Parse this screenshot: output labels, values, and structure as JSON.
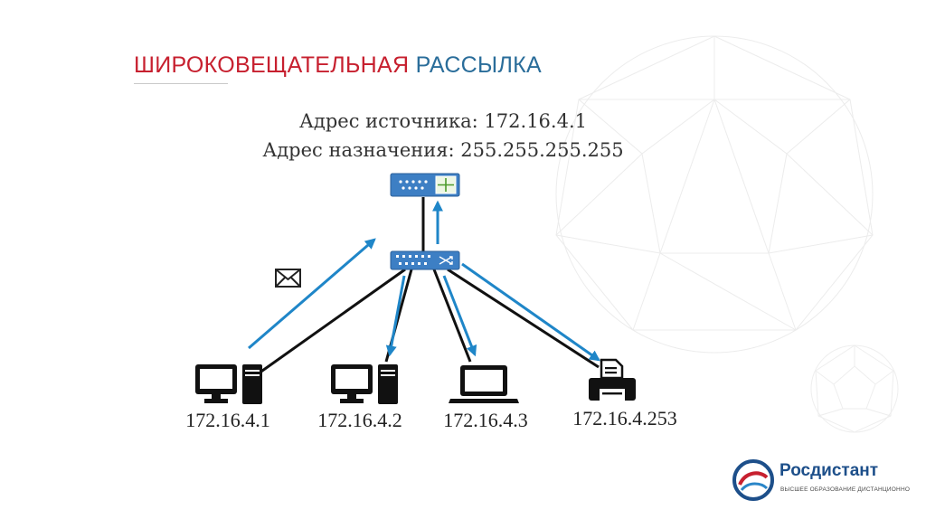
{
  "slide": {
    "title_part1": "ШИРОКОВЕЩАТЕЛЬНАЯ",
    "title_part2": "РАССЫЛКА",
    "source_address": "Адрес источника: 172.16.4.1",
    "destination_address": "Адрес назначения: 255.255.255.255"
  },
  "network": {
    "router": {
      "icon": "router-icon"
    },
    "switch": {
      "icon": "switch-icon"
    },
    "message": {
      "icon": "envelope-icon"
    },
    "hosts": [
      {
        "icon": "desktop-computer-icon",
        "ip": "172.16.4.1"
      },
      {
        "icon": "desktop-computer-icon",
        "ip": "172.16.4.2"
      },
      {
        "icon": "laptop-icon",
        "ip": "172.16.4.3"
      },
      {
        "icon": "printer-icon",
        "ip": "172.16.4.253"
      }
    ]
  },
  "logo": {
    "name": "Росдистант",
    "tagline": "ВЫСШЕЕ ОБРАЗОВАНИЕ ДИСТАНЦИОННО"
  },
  "colors": {
    "title_red": "#c7202f",
    "title_blue": "#2a6d9a",
    "arrow_blue": "#1f86c8",
    "device_blue": "#3d7fc4",
    "link_black": "#111111"
  }
}
